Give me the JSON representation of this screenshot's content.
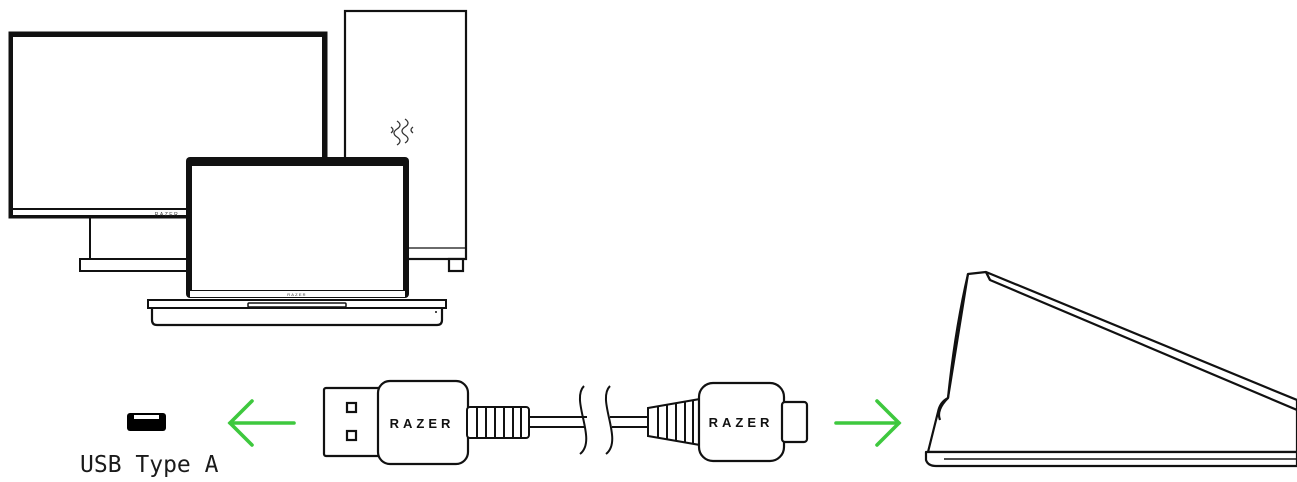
{
  "port_label": "USB Type A",
  "cable": {
    "usb_a_brand": "RAZER",
    "usb_c_brand": "RAZER"
  },
  "devices": {
    "monitor_brand": "RAZER",
    "laptop_brand": "RAZER"
  },
  "colors": {
    "arrow": "#3ec83e",
    "line": "#111111",
    "background": "#ffffff"
  },
  "icons": {
    "port": "usb-type-a-port-icon",
    "arrow_left": "arrow-left-icon",
    "arrow_right": "arrow-right-icon",
    "logo": "razer-snake-logo-icon"
  }
}
